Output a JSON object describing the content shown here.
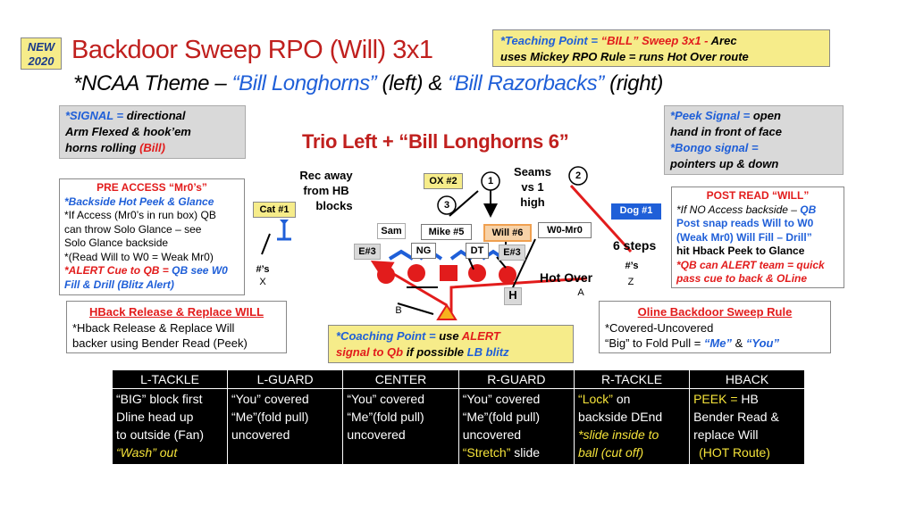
{
  "badge": {
    "line1": "NEW",
    "line2": "2020"
  },
  "title": {
    "main": "Backdoor Sweep RPO (Will) 3x1",
    "sub_prefix": "*NCAA Theme – ",
    "sub_b1": "“Bill Longhorns”",
    "sub_mid": " (left) & ",
    "sub_b2": "“Bill Razorbacks”",
    "sub_end": " (right)"
  },
  "teaching_point": {
    "prefix": "*Teaching Point = ",
    "bill": "“BILL” Sweep 3x1 - ",
    "arec": "Arec",
    "line2": "uses Mickey RPO Rule = runs Hot Over route"
  },
  "signal": {
    "prefix": "*SIGNAL = ",
    "rest1": "directional",
    "line2": "Arm Flexed & hook’em",
    "line3": "horns rolling ",
    "bill": "(Bill)"
  },
  "peek_signal": {
    "prefix": "*Peek Signal = ",
    "rest1": "open",
    "line2": "hand in front of face",
    "line3": "*Bongo signal =",
    "line4": "pointers up & down"
  },
  "formation_title": "Trio Left + “Bill Longhorns 6”",
  "pre_access": {
    "title": "PRE ACCESS “Mr0’s”",
    "l1": "*Backside Hot Peek & Glance",
    "l2": "*If Access (Mr0’s in run box) QB",
    "l3": "can throw Solo Glance – see",
    "l4": "Solo Glance backside",
    "l5": "*(Read Will to W0 = Weak Mr0)",
    "l6a": "*ALERT Cue to QB = ",
    "l6b": "QB see W0",
    "l7": "Fill & Drill (Blitz Alert)"
  },
  "post_read": {
    "title": "POST READ “WILL”",
    "l1a": "*If NO Access backside – ",
    "l1b": "QB",
    "l2": "Post snap reads Will to W0",
    "l3": "(Weak Mr0) Will Fill – Drill”",
    "l4": "hit Hback Peek to Glance",
    "l5": "*QB can ALERT team = quick",
    "l6": "pass cue to back & OLine"
  },
  "hback": {
    "title": "HBack Release & Replace WILL",
    "l1": "*Hback Release & Replace Will",
    "l2": "backer using Bender Read (Peek)"
  },
  "coaching_point": {
    "prefix": "*Coaching Point = ",
    "use": "use ",
    "alert": "ALERT",
    "l2a": "signal to Qb ",
    "l2b": "if possible ",
    "lb": "LB blitz"
  },
  "oline_rule": {
    "title": "Oline Backdoor Sweep Rule",
    "l1": "*Covered-Uncovered",
    "l2a": "“Big” to Fold Pull = ",
    "me": "“Me”",
    "amp": " & ",
    "you": "“You”"
  },
  "diagram": {
    "rec_away": [
      "Rec away",
      "from HB",
      "blocks"
    ],
    "seams": [
      "Seams",
      "vs 1",
      "high"
    ],
    "six_steps": "6 steps",
    "hot_over": "Hot Over",
    "labels": {
      "ox2": "OX #2",
      "cat1": "Cat #1",
      "dog1": "Dog #1",
      "sam": "Sam",
      "mike5": "Mike #5",
      "will6": "Will #6",
      "w0mr0": "W0-Mr0",
      "e3l": "E#3",
      "ng": "NG",
      "dt": "DT",
      "e3r": "E#3",
      "h": "H",
      "n1": "1",
      "n2": "2",
      "n3": "3",
      "a": "A",
      "b": "B",
      "x": "X",
      "z": "Z",
      "xs": "#’s",
      "zs": "#’s"
    }
  },
  "table": {
    "headers": [
      "L-TACKLE",
      "L-GUARD",
      "CENTER",
      "R-GUARD",
      "R-TACKLE",
      "HBACK"
    ],
    "ltackle": [
      "“BIG” block first",
      "Dline head up",
      "to outside (Fan)",
      "“Wash” out"
    ],
    "lguard": [
      "“You” covered",
      "“Me”(fold pull)",
      "uncovered"
    ],
    "center": [
      "“You” covered",
      "“Me”(fold pull)",
      "uncovered"
    ],
    "rguard": [
      "“You” covered",
      "“Me”(fold pull)",
      "uncovered",
      "“Stretch”",
      " slide"
    ],
    "rtackle": [
      "“Lock”",
      " on",
      "backside DEnd",
      "*slide inside to",
      "ball (cut off)"
    ],
    "hback": [
      "PEEK = ",
      "HB",
      "Bender Read &",
      "replace Will",
      "(HOT Route)"
    ]
  },
  "colors": {
    "blue": "#1f5fd8",
    "red": "#e21c1c",
    "yellow": "#f6ec8a",
    "orange_box": "#f7d2a8",
    "gray": "#d9d9d9"
  }
}
